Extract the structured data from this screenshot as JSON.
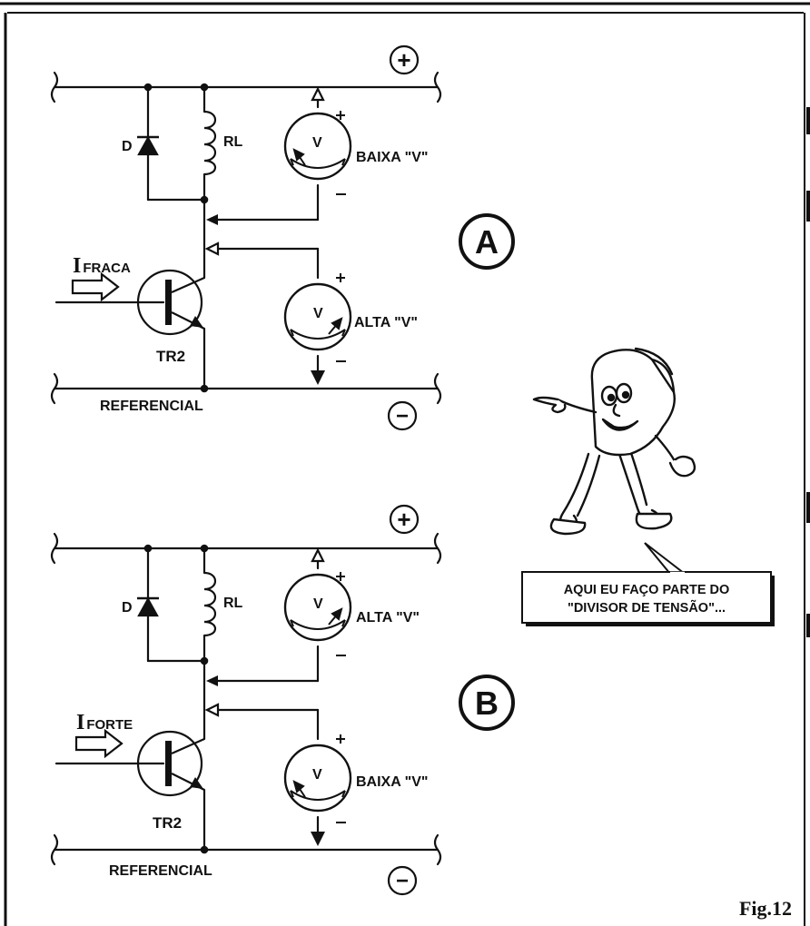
{
  "figure_label": "Fig.12",
  "circuit_a": {
    "panel_letter": "A",
    "plus_symbol": "+",
    "minus_symbol": "−",
    "diode_label": "D",
    "relay_label": "RL",
    "transistor_label": "TR2",
    "current_label_big": "I",
    "current_label_small": "FRACA",
    "reference_label": "REFERENCIAL",
    "meter_symbol": "V",
    "upper_meter_label": "BAIXA \"V\"",
    "lower_meter_label": "ALTA \"V\""
  },
  "circuit_b": {
    "panel_letter": "B",
    "plus_symbol": "+",
    "minus_symbol": "−",
    "diode_label": "D",
    "relay_label": "RL",
    "transistor_label": "TR2",
    "current_label_big": "I",
    "current_label_small": "FORTE",
    "reference_label": "REFERENCIAL",
    "meter_symbol": "V",
    "upper_meter_label": "ALTA \"V\"",
    "lower_meter_label": "BAIXA \"V\""
  },
  "speech_bubble": {
    "line1": "AQUI EU FAÇO PARTE DO",
    "line2": "\"DIVISOR DE TENSÃO\"..."
  }
}
